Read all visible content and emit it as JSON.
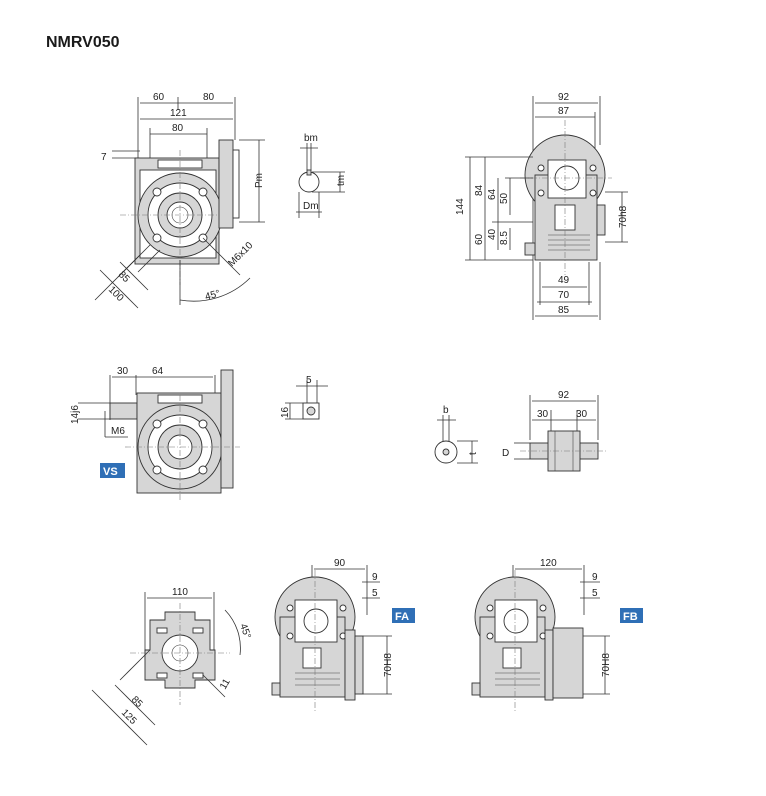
{
  "title": "NMRV050",
  "badges": {
    "vs": "VS",
    "fa": "FA",
    "fb": "FB"
  },
  "colors": {
    "badge": "#2f6fb6",
    "line": "#333333",
    "housing": "#d6d6d6"
  },
  "view_front": {
    "d60": "60",
    "d80": "80",
    "d121": "121",
    "d80b": "80",
    "d7": "7",
    "pm": "Pm",
    "d85": "85",
    "d100": "100",
    "thread": "M6x10",
    "angle": "45°"
  },
  "view_shaft": {
    "bm": "bm",
    "tm": "tm",
    "dm": "Dm"
  },
  "view_side": {
    "d92": "92",
    "d87": "87",
    "d144": "144",
    "d84": "84",
    "d64": "64",
    "d50": "50",
    "d60": "60",
    "d40": "40",
    "d85": "8.5",
    "fit": "70h8",
    "d49": "49",
    "d70": "70",
    "d85b": "85"
  },
  "view_vs": {
    "d30": "30",
    "d64": "64",
    "fit": "14j6",
    "thread": "M6"
  },
  "view_key": {
    "d5": "5",
    "d16": "16"
  },
  "view_hollow": {
    "b": "b",
    "t": "t",
    "D": "D"
  },
  "view_dbl": {
    "d92": "92",
    "d30a": "30",
    "d30b": "30"
  },
  "view_flange": {
    "d110": "110",
    "angle": "45°",
    "d11": "11",
    "d85": "85",
    "d125": "125"
  },
  "view_fa": {
    "d90": "90",
    "d9": "9",
    "d5": "5",
    "fit": "70H8"
  },
  "view_fb": {
    "d120": "120",
    "d9": "9",
    "d5": "5",
    "fit": "70H8"
  }
}
